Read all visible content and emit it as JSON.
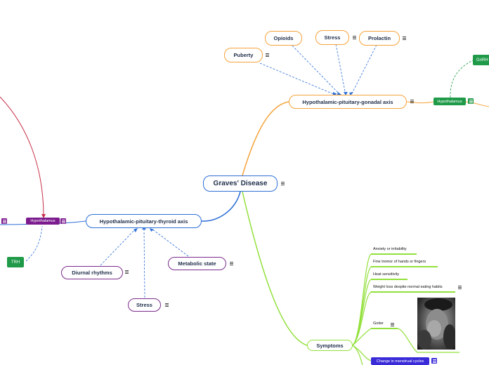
{
  "mindmap": {
    "central": "Graves' Disease",
    "hpt_axis": {
      "label": "Hypothalamic-pituitary-thyroid axis",
      "hypothalamus_tag": "Hypothalamus",
      "trh_tag": "TRH",
      "children": [
        "Diurnal rhythms",
        "Stress",
        "Metabolic state"
      ]
    },
    "hpg_axis": {
      "label": "Hypothalamic-pituitary-gonadal axis",
      "hypothalamus_tag": "Hypothalamus",
      "gnrh_tag": "GnRH",
      "children": [
        "Puberty",
        "Opioids",
        "Stress",
        "Prolactin"
      ]
    },
    "symptoms": {
      "label": "Symptoms",
      "items": [
        "Anxiety or irritability",
        "Fine tremor of hands or fingers",
        "Heat sensitivity",
        "Weight loss despite normal eating habits",
        "Goiter"
      ],
      "tag": "Change in menstrual cycles"
    },
    "colors": {
      "blue": "#2e6fd6",
      "orange": "#f5a33c",
      "purple": "#7b2a8c",
      "green": "#92e03b",
      "tag_green": "#1f9a48",
      "tag_purple": "#7b1b8e",
      "tag_blue": "#3a2bd9",
      "red": "#c8304a"
    }
  }
}
